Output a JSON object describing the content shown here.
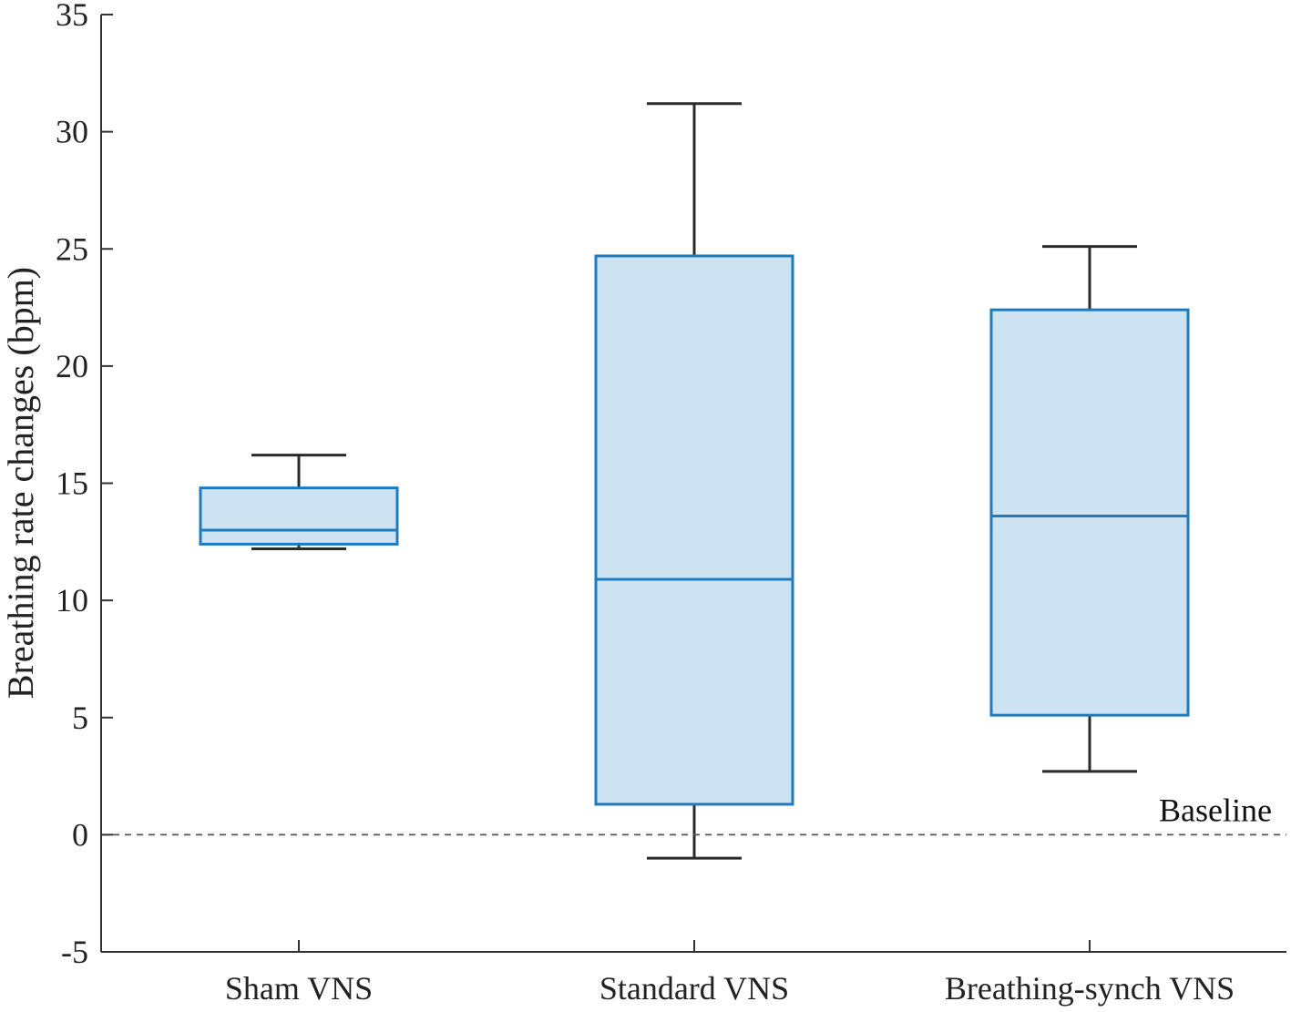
{
  "chart_data": {
    "type": "box",
    "title": "",
    "xlabel": "",
    "ylabel": "Breathing rate changes (bpm)",
    "ylim": [
      -5,
      35
    ],
    "yticks": [
      -5,
      0,
      5,
      10,
      15,
      20,
      25,
      30,
      35
    ],
    "categories": [
      "Sham VNS",
      "Standard VNS",
      "Breathing-synch VNS"
    ],
    "boxes": [
      {
        "category": "Sham VNS",
        "whisker_low": 12.2,
        "q1": 12.4,
        "median": 13.0,
        "q3": 14.8,
        "whisker_high": 16.2
      },
      {
        "category": "Standard VNS",
        "whisker_low": -1.0,
        "q1": 1.3,
        "median": 10.9,
        "q3": 24.7,
        "whisker_high": 31.2
      },
      {
        "category": "Breathing-synch VNS",
        "whisker_low": 2.7,
        "q1": 5.1,
        "median": 13.6,
        "q3": 22.4,
        "whisker_high": 25.1
      }
    ],
    "reference_line": {
      "value": 0,
      "label": "Baseline",
      "style": "dashed"
    },
    "grid": false,
    "colors": {
      "box_edge": "#1f7bbf",
      "box_fill": "#cde3f1",
      "whisker": "#2b2b2b",
      "axis": "#333333",
      "baseline": "#555555"
    }
  }
}
